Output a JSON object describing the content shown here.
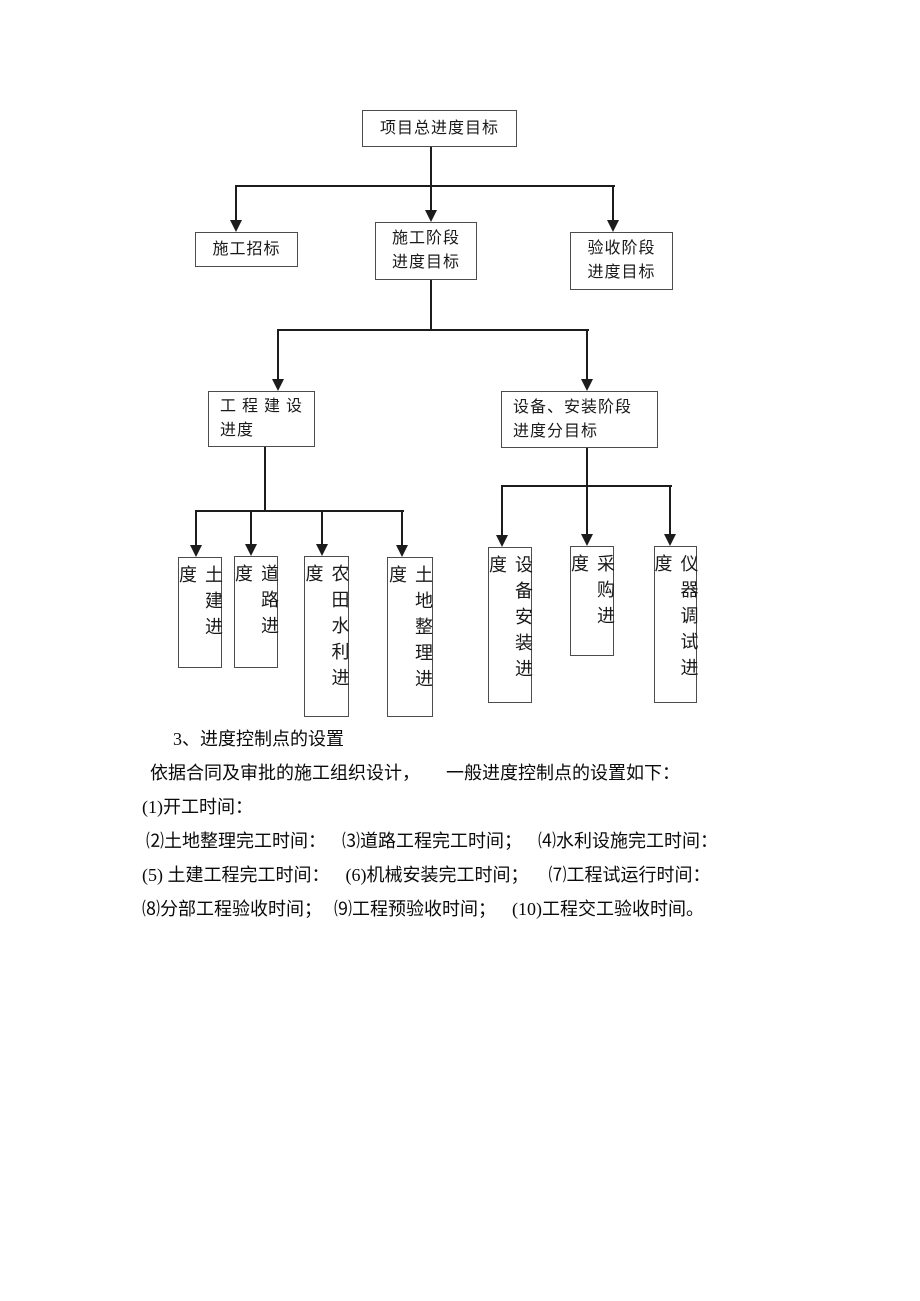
{
  "document": {
    "flowchart": {
      "root": {
        "label": "项目总进度目标"
      },
      "level2": {
        "bidding": {
          "label": "施工招标"
        },
        "construction_stage": {
          "line1": "施工阶段",
          "line2": "进度目标"
        },
        "acceptance_stage": {
          "line1": "验收阶段",
          "line2": "进度目标"
        }
      },
      "level3": {
        "engineering": {
          "line1": "工 程 建 设",
          "line2": "进度"
        },
        "equipment_install": {
          "line1": "设备、安装阶段",
          "line2": "进度分目标"
        }
      },
      "level4_left": {
        "civil": "土建进度",
        "road": "道路进度",
        "irrigation": "农田水利进度",
        "land": "土地整理进度"
      },
      "level4_right": {
        "equipment": "设备安装进度",
        "procurement": "采购进度",
        "instrument": "仪器调试进度"
      }
    },
    "body": {
      "heading": "3、进度控制点的设置",
      "intro_part1": "依据合同及审批的施工组织设计，",
      "intro_part2": "一般进度控制点的设置如下：",
      "item_1": "(1)开工时间：",
      "row2": {
        "a": "⑵土地整理完工时间：",
        "b": "⑶道路工程完工时间；",
        "c": "⑷水利设施完工时间："
      },
      "row3": {
        "a": "(5) 土建工程完工时间：",
        "b": "(6)机械安装完工时间；",
        "c": "⑺工程试运行时间："
      },
      "row4": {
        "a": "⑻分部工程验收时间；",
        "b": "⑼工程预验收时间；",
        "c": "(10)工程交工验收时间。"
      }
    }
  },
  "colors": {
    "background": "#ffffff",
    "text": "#000000",
    "box_border": "#4c4c4c",
    "connector": "#1c1c1c"
  }
}
